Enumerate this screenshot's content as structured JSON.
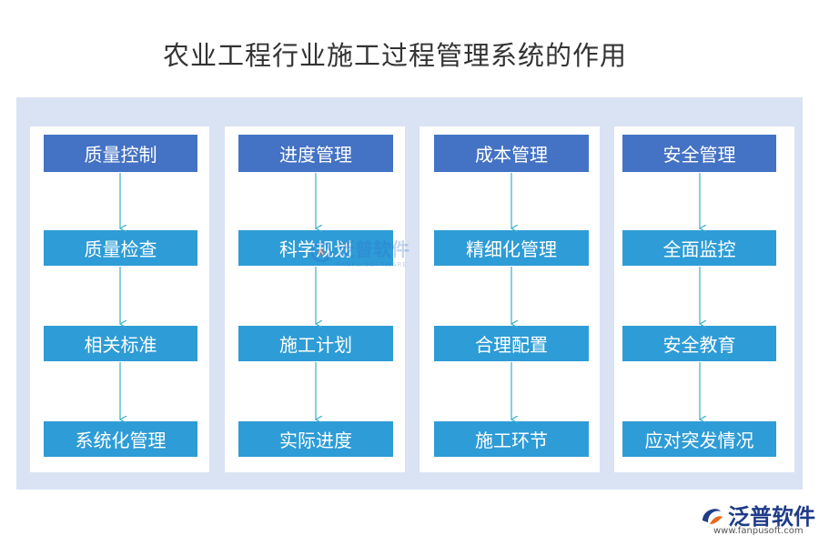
{
  "title": "农业工程行业施工过程管理系统的作用",
  "columns": [
    {
      "header": "质量控制",
      "items": [
        "质量检查",
        "相关标准",
        "系统化管理"
      ]
    },
    {
      "header": "进度管理",
      "items": [
        "科学规划",
        "施工计划",
        "实际进度"
      ]
    },
    {
      "header": "成本管理",
      "items": [
        "精细化管理",
        "合理配置",
        "施工环节"
      ]
    },
    {
      "header": "安全管理",
      "items": [
        "全面监控",
        "安全教育",
        "应对突发情况"
      ]
    }
  ],
  "watermark": {
    "text": "泛普软件",
    "sub": "FANPU SOFTWARE"
  },
  "logo": {
    "text": "泛普软件",
    "url": "www.fanpusoft.com"
  },
  "colors": {
    "header": "#4472c4",
    "item": "#2e9cd6",
    "panel": "#dae3f3",
    "arrow": "#3ab0c8"
  }
}
